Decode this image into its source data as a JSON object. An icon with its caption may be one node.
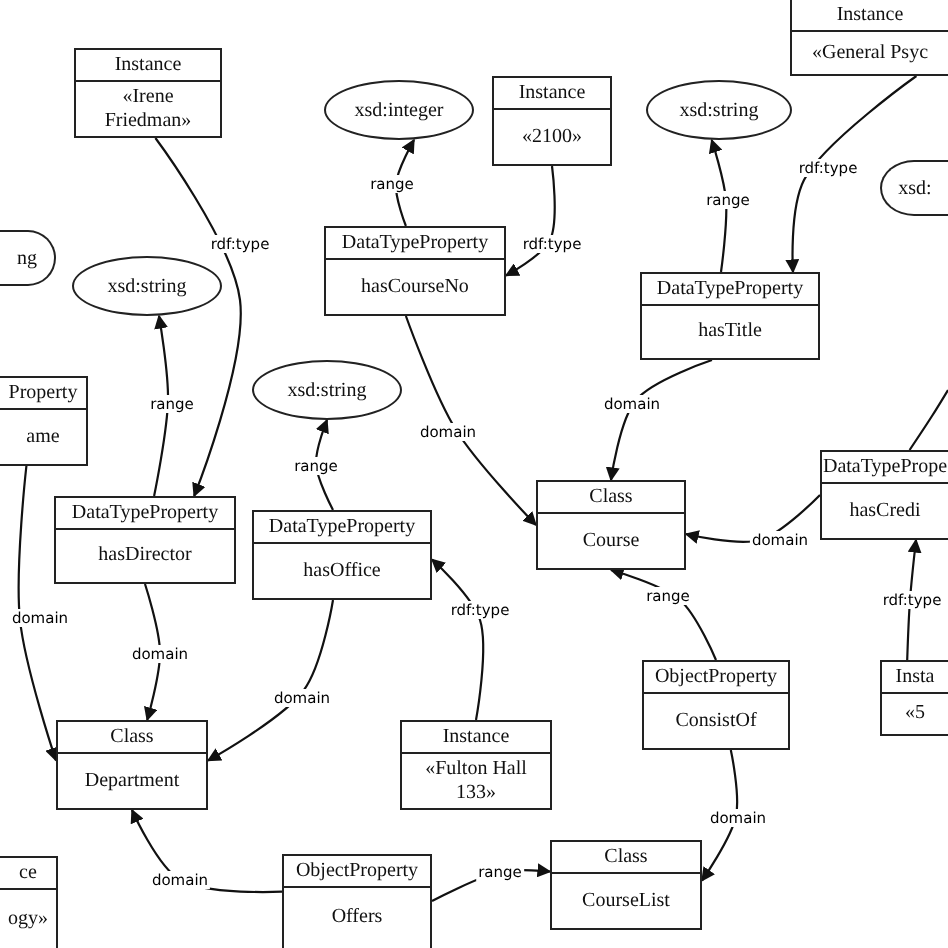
{
  "diagram": {
    "nodes": [
      {
        "text": [
          "Instance",
          "«Irene Friedman»"
        ]
      },
      {
        "text": [
          "xsd:integer"
        ]
      },
      {
        "text": [
          "Instance",
          "«2100»"
        ]
      },
      {
        "text": [
          "xsd:string"
        ]
      },
      {
        "text": [
          "Instance",
          "«General Psyc"
        ]
      },
      {
        "text": [
          "xsd:"
        ]
      },
      {
        "text": [
          "ng"
        ]
      },
      {
        "text": [
          "xsd:string"
        ]
      },
      {
        "text": [
          "DataTypeProperty",
          "hasCourseNo"
        ]
      },
      {
        "text": [
          "DataTypeProperty",
          "hasTitle"
        ]
      },
      {
        "text": [
          "Property",
          "ame"
        ]
      },
      {
        "text": [
          "xsd:string"
        ]
      },
      {
        "text": [
          "DataTypeProperty",
          "hasDirector"
        ]
      },
      {
        "text": [
          "DataTypeProperty",
          "hasOffice"
        ]
      },
      {
        "text": [
          "Class",
          "Course"
        ]
      },
      {
        "text": [
          "DataTypePrope",
          "hasCredi"
        ]
      },
      {
        "text": [
          "ObjectProperty",
          "ConsistOf"
        ]
      },
      {
        "text": [
          "Instance",
          "«Fulton Hall 133»"
        ]
      },
      {
        "text": [
          "Class",
          "Department"
        ]
      },
      {
        "text": [
          "Insta",
          "«5"
        ]
      },
      {
        "text": [
          "ce",
          "ogy»"
        ]
      },
      {
        "text": [
          "ObjectProperty",
          "Offers"
        ]
      },
      {
        "text": [
          "Class",
          "CourseList"
        ]
      }
    ],
    "edges": [
      {
        "from": 0,
        "to": 12,
        "arrow": "to",
        "label": "rdf:type"
      },
      {
        "from": 12,
        "to": 7,
        "arrow": "to",
        "label": "range"
      },
      {
        "from": 8,
        "to": 1,
        "arrow": "to",
        "label": "range"
      },
      {
        "from": 2,
        "to": 8,
        "arrow": "to",
        "label": "rdf:type"
      },
      {
        "from": 8,
        "to": 14,
        "arrow": "to",
        "label": "domain"
      },
      {
        "from": 13,
        "to": 11,
        "arrow": "to",
        "label": "range"
      },
      {
        "from": 9,
        "to": 3,
        "arrow": "to",
        "label": "range"
      },
      {
        "from": 4,
        "to": 9,
        "arrow": "to",
        "label": "rdf:type"
      },
      {
        "from": 9,
        "to": 14,
        "arrow": "to",
        "label": "domain"
      },
      {
        "from": 15,
        "to": 14,
        "arrow": "to",
        "label": "domain"
      },
      {
        "from": 15,
        "to": null,
        "arrow": "none"
      },
      {
        "from": 19,
        "to": 15,
        "arrow": "to",
        "label": "rdf:type"
      },
      {
        "from": 16,
        "to": 14,
        "arrow": "to",
        "label": "range"
      },
      {
        "from": 16,
        "to": 22,
        "arrow": "to",
        "label": "domain"
      },
      {
        "from": 21,
        "to": 22,
        "arrow": "to",
        "label": "range"
      },
      {
        "from": 21,
        "to": 18,
        "arrow": "to",
        "label": "domain"
      },
      {
        "from": 12,
        "to": 18,
        "arrow": "to",
        "label": "domain"
      },
      {
        "from": 13,
        "to": 18,
        "arrow": "to",
        "label": "domain"
      },
      {
        "from": 17,
        "to": 13,
        "arrow": "to",
        "label": "rdf:type"
      },
      {
        "from": 10,
        "to": 18,
        "arrow": "to",
        "label": "domain"
      }
    ]
  }
}
